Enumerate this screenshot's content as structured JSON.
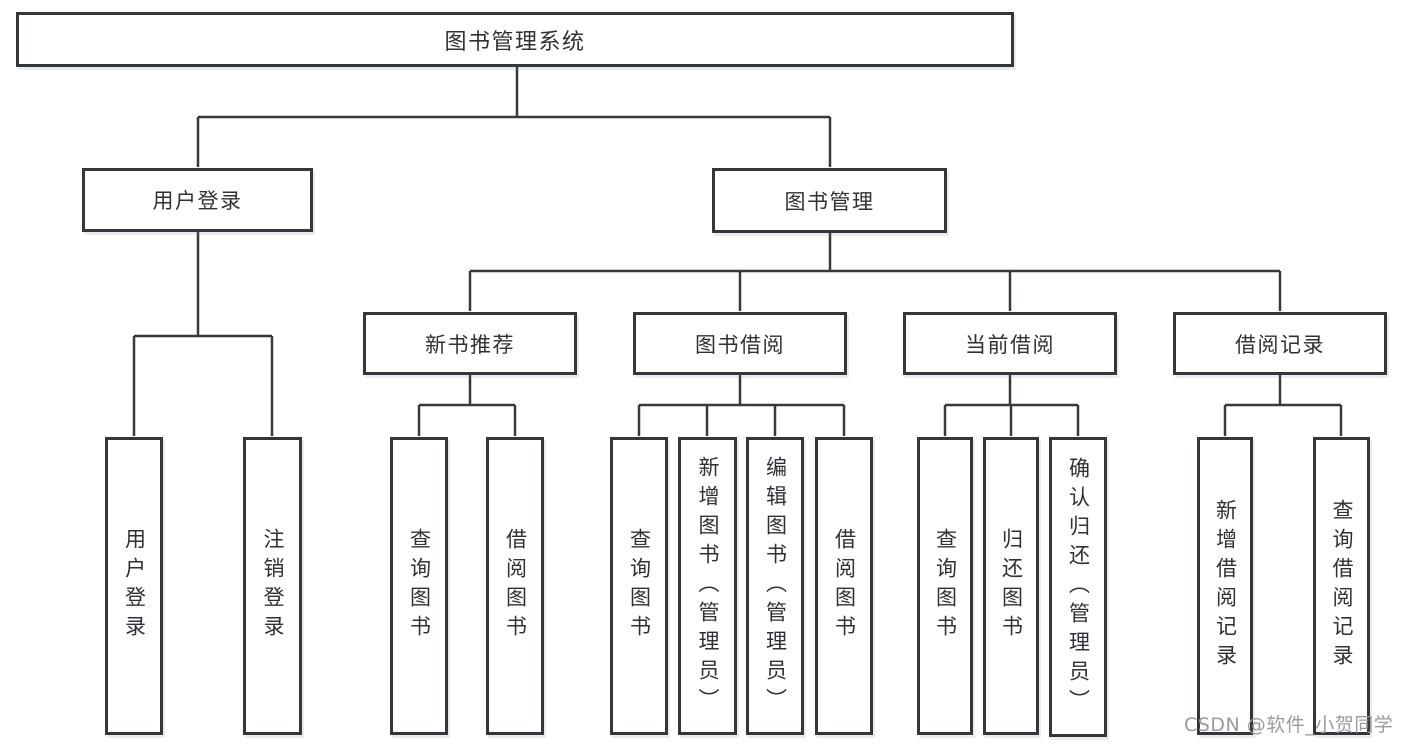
{
  "tree": {
    "root": {
      "label": "图书管理系统",
      "children": [
        {
          "label": "用户登录",
          "children": [
            {
              "label": "用户登录"
            },
            {
              "label": "注销登录"
            }
          ]
        },
        {
          "label": "图书管理",
          "children": [
            {
              "label": "新书推荐",
              "children": [
                {
                  "label": "查询图书"
                },
                {
                  "label": "借阅图书"
                }
              ]
            },
            {
              "label": "图书借阅",
              "children": [
                {
                  "label": "查询图书"
                },
                {
                  "label": "新增图书（管理员）"
                },
                {
                  "label": "编辑图书（管理员）"
                },
                {
                  "label": "借阅图书"
                }
              ]
            },
            {
              "label": "当前借阅",
              "children": [
                {
                  "label": "查询图书"
                },
                {
                  "label": "归还图书"
                },
                {
                  "label": "确认归还（管理员）"
                }
              ]
            },
            {
              "label": "借阅记录",
              "children": [
                {
                  "label": "新增借阅记录"
                },
                {
                  "label": "查询借阅记录"
                }
              ]
            }
          ]
        }
      ]
    }
  },
  "watermark": "CSDN @软件_小贺同学",
  "colors": {
    "line": "#36393e",
    "box_border": "#33363b",
    "box_bg": "#ffffff",
    "text": "#2e3135",
    "watermark": "#9b9b9b"
  }
}
